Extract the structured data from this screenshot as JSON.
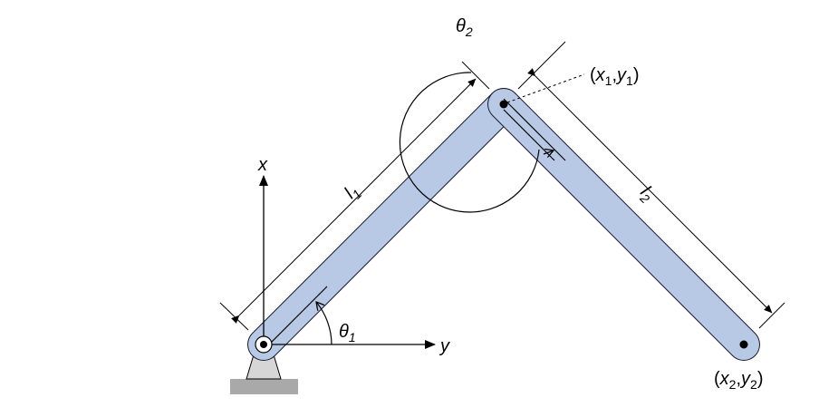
{
  "labels": {
    "x_axis": "x",
    "y_axis": "y",
    "theta1": "θ",
    "theta1_sub": "1",
    "theta2": "θ",
    "theta2_sub": "2",
    "link1_length": "l",
    "link1_length_sub": "1",
    "link2_length": "l",
    "link2_length_sub": "2",
    "joint1": {
      "open": "(",
      "x": "x",
      "x_sub": "1",
      "comma": ",",
      "y": "y",
      "y_sub": "1",
      "close": ")"
    },
    "end_effector": {
      "open": "(",
      "x": "x",
      "x_sub": "2",
      "comma": ",",
      "y": "y",
      "y_sub": "2",
      "close": ")"
    }
  },
  "colors": {
    "link_fill": "#b8c9e6",
    "link_stroke": "#1a1a2e",
    "base_fill": "#d6d6d6",
    "ground_fill": "#a9a9a9",
    "line": "#000000"
  }
}
